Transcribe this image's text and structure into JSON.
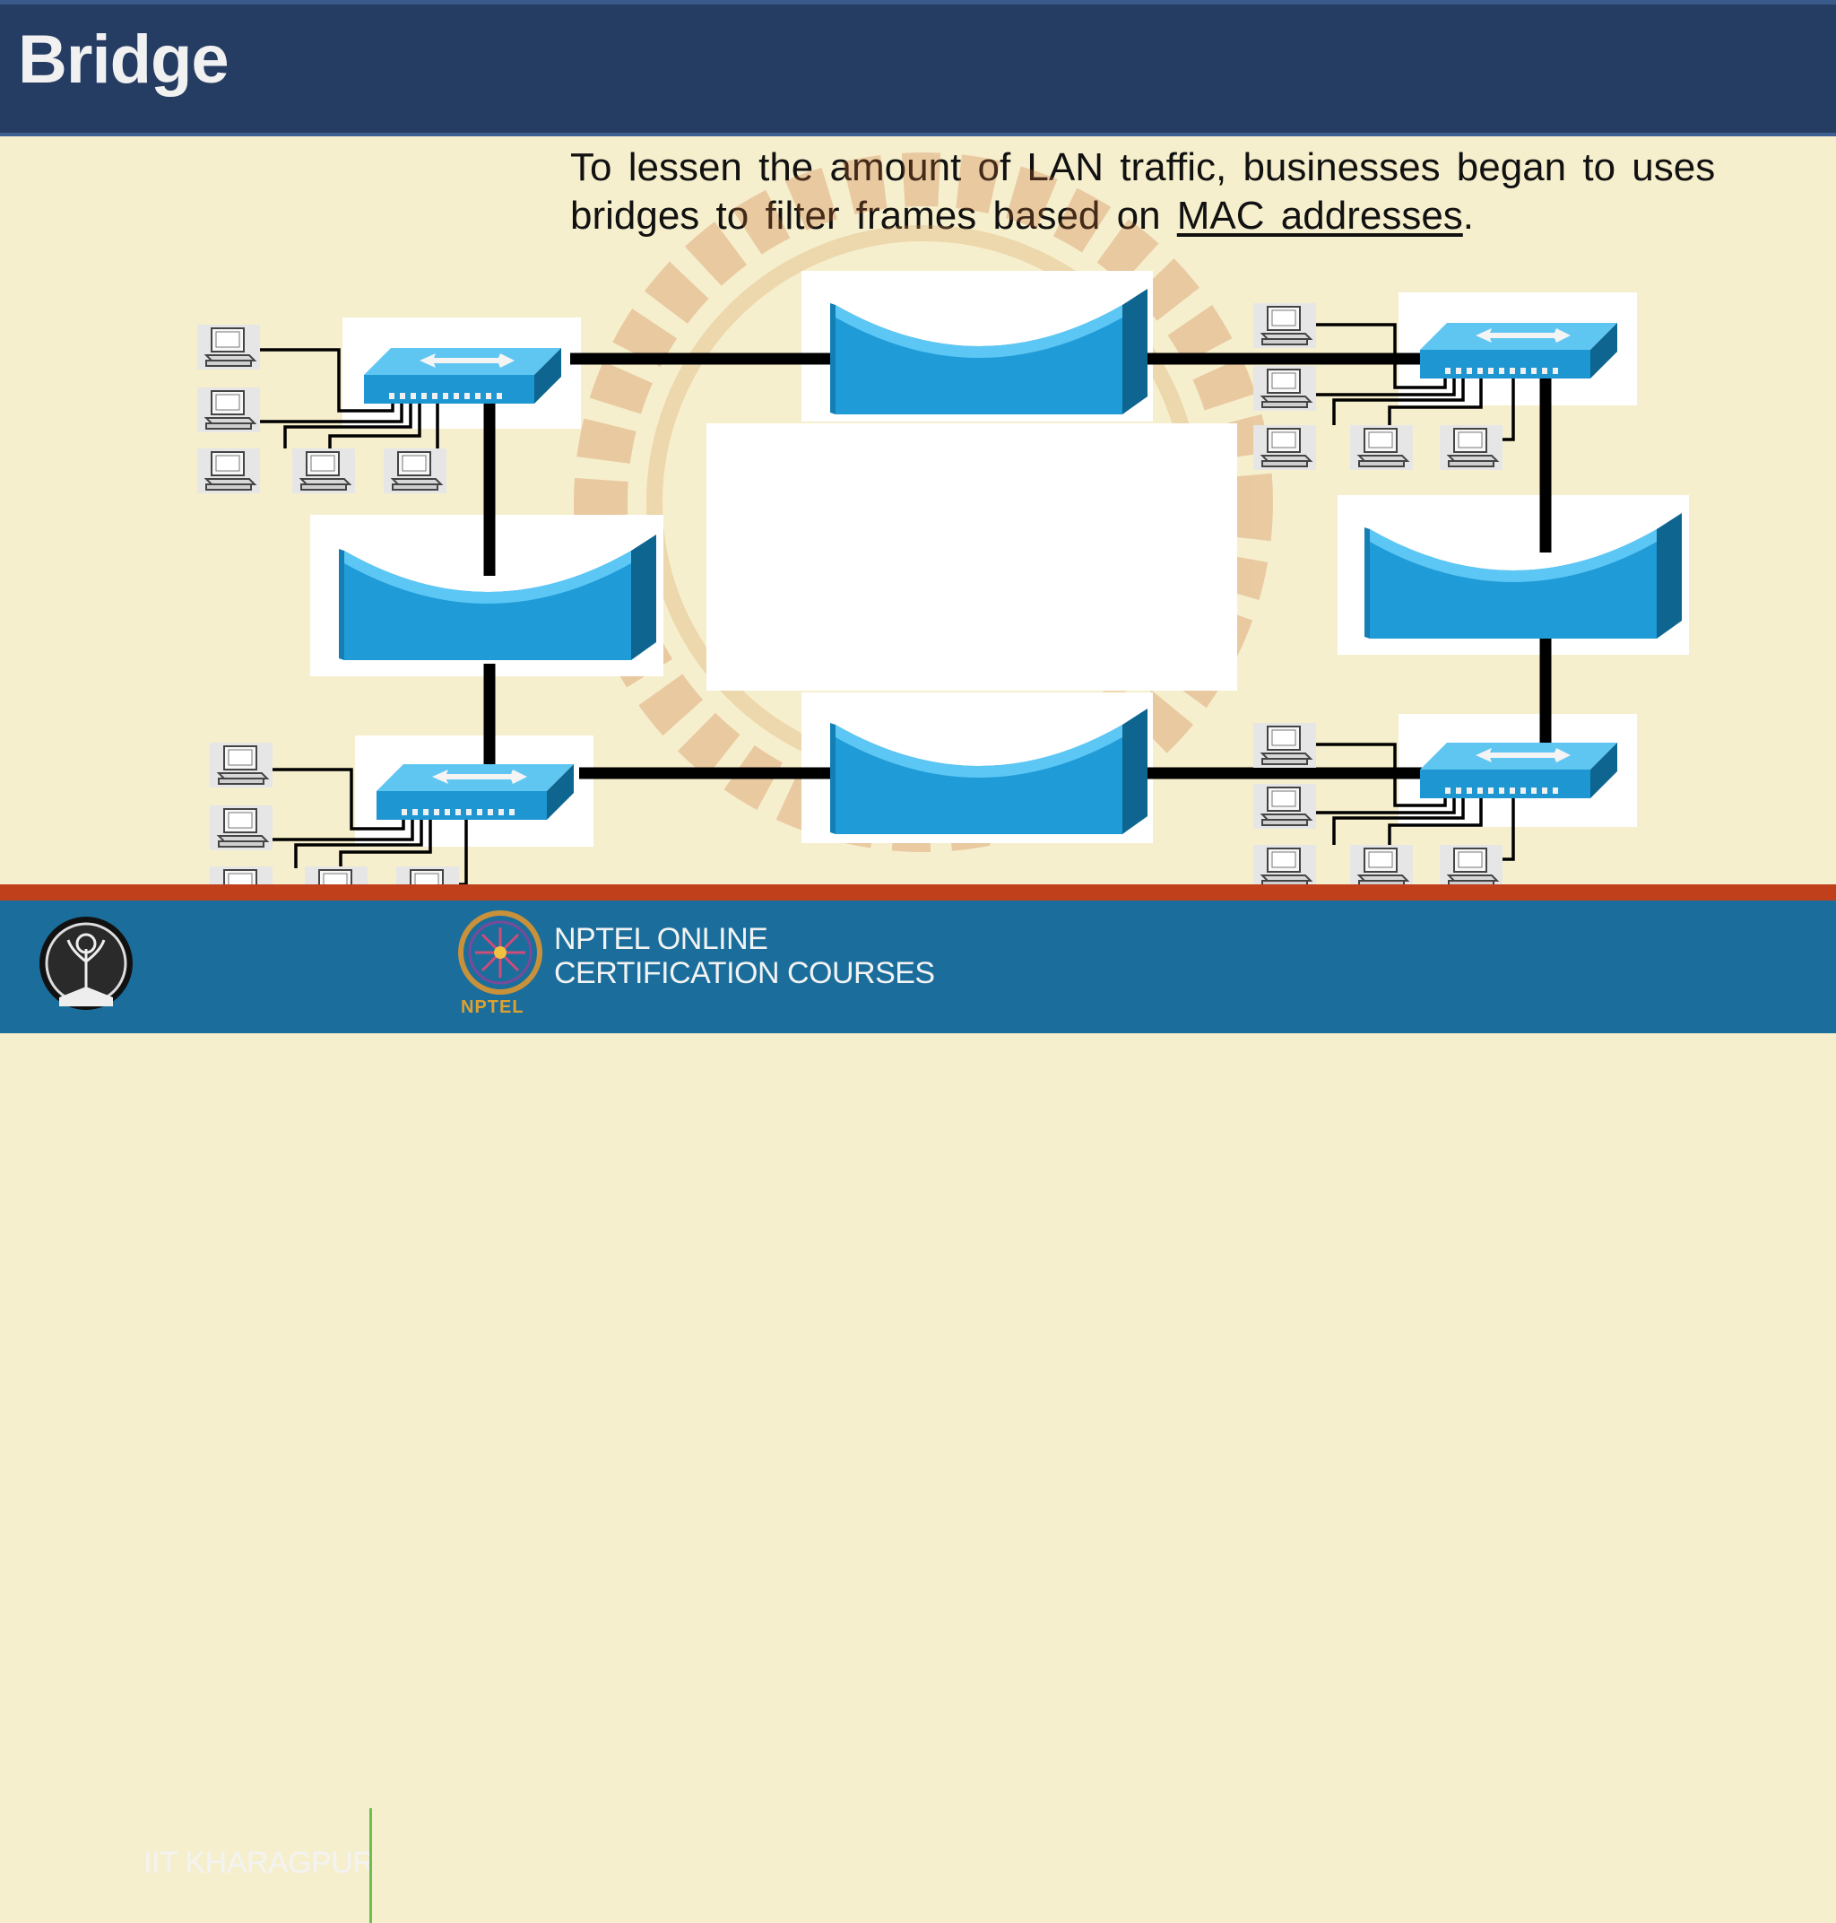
{
  "slide": {
    "title": "Bridge",
    "caption_pre": "To lessen the amount of LAN traffic, businesses began to uses bridges to filter frames based on ",
    "caption_link": "MAC addresses",
    "caption_post": "."
  },
  "footer": {
    "institute": "IIT KHARAGPUR",
    "program_line1": "NPTEL ONLINE",
    "program_line2": "CERTIFICATION COURSES",
    "program_mark": "NPTEL"
  },
  "colors": {
    "device_blue": "#1996d4",
    "device_dark": "#0c5f8a",
    "device_light": "#5fc6f2",
    "link": "#000000"
  },
  "diagram": {
    "bridges": 4,
    "switches": 4,
    "pcs_per_switch": 5,
    "icons": [
      "bridge-icon",
      "switch-icon",
      "pc-icon"
    ]
  }
}
